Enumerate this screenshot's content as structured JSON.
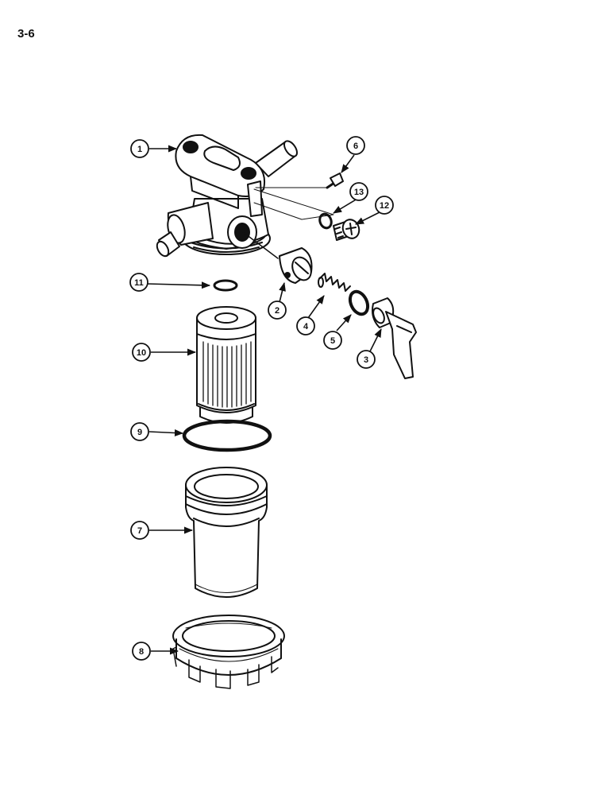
{
  "page_number": "3-6",
  "callouts": [
    {
      "id": "c1",
      "label": "1"
    },
    {
      "id": "c2",
      "label": "2"
    },
    {
      "id": "c3",
      "label": "3"
    },
    {
      "id": "c4",
      "label": "4"
    },
    {
      "id": "c5",
      "label": "5"
    },
    {
      "id": "c6",
      "label": "6"
    },
    {
      "id": "c7",
      "label": "7"
    },
    {
      "id": "c8",
      "label": "8"
    },
    {
      "id": "c9",
      "label": "9"
    },
    {
      "id": "c10",
      "label": "10"
    },
    {
      "id": "c11",
      "label": "11"
    },
    {
      "id": "c12",
      "label": "12"
    },
    {
      "id": "c13",
      "label": "13"
    }
  ]
}
